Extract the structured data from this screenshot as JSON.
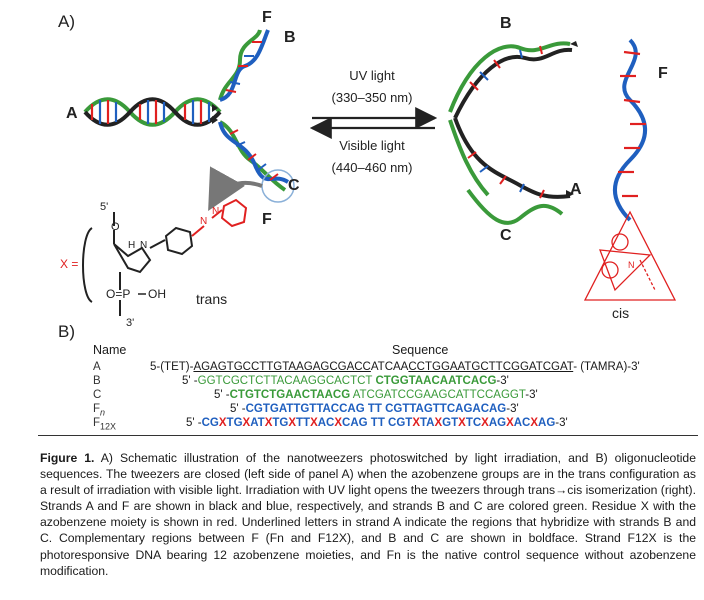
{
  "panel_a_label": "A)",
  "panel_b_label": "B)",
  "strand_labels": {
    "A": "A",
    "B": "B",
    "C": "C",
    "F": "F"
  },
  "uv": {
    "line1": "UV light",
    "line2": "(330–350 nm)"
  },
  "vis": {
    "line1": "Visible light",
    "line2": "(440–460 nm)"
  },
  "chem": {
    "five_prime": "5'",
    "three_prime": "3'",
    "x_eq": "X =",
    "oh": "OH",
    "p": "O=P",
    "n": "N",
    "o": "O",
    "h": "H",
    "nn": "N"
  },
  "trans_label": "trans",
  "cis_label": "cis",
  "table": {
    "col_name": "Name",
    "col_seq": "Sequence",
    "rows": [
      {
        "name": "A",
        "parts": [
          "5-(TET)-",
          "AGAGTGCCTTGTAAGAGCGACC",
          "ATCAA",
          "CCTGGAATGCTTCGGATCGAT",
          "- (TAMRA)-3'"
        ]
      },
      {
        "name": "B",
        "parts": [
          "5' -",
          "GGTCGCTCTTACAAGGCACTCT ",
          "CTGGTAACAATCACG",
          "-3'"
        ]
      },
      {
        "name": "C",
        "parts": [
          "5' -",
          "CTGTCTGAACTAACG",
          " ATCGATCCGAAGCATTCCAGGT",
          "-3'"
        ]
      },
      {
        "name": "F",
        "sub": "n",
        "parts": [
          "5' -",
          "CGTGATTGTTACCAG TT CGTTAGTTCAGACAG",
          "-3'"
        ]
      },
      {
        "name": "F",
        "sub": "12X",
        "parts": [
          "5' -",
          "CG",
          "X",
          "TG",
          "X",
          "AT",
          "X",
          "TG",
          "X",
          "TT",
          "X",
          "AC",
          "X",
          "CAG TT CGT",
          "X",
          "TA",
          "X",
          "GT",
          "X",
          "TC",
          "X",
          "AG",
          "X",
          "AC",
          "X",
          "AG",
          "-3'"
        ]
      }
    ]
  },
  "caption": {
    "fig_label": "Figure 1.",
    "body": "A) Schematic illustration of the nanotweezers photoswitched by light irradiation, and B) oligonucleotide sequences. The tweezers are closed (left side of panel A) when the azobenzene groups are in the trans configuration as a result of irradiation with visible light. Irradiation with UV light opens the tweezers through trans→cis isomerization (right). Strands A and F are shown in black and blue, respectively, and strands B and C are colored green. Residue X with the azobenzene moiety is shown in red. Underlined letters in strand A indicate the regions that hybridize with strands B and C. Complementary regions between F (Fn and F12X), and B and C are shown in boldface. Strand F12X is the photoresponsive DNA bearing 12 azobenzene moieties, and Fn is the native control sequence without azobenzene modification."
  },
  "colors": {
    "green": "#3a9a3a",
    "blue": "#1f5fbf",
    "red": "#e02020",
    "black": "#222222"
  }
}
